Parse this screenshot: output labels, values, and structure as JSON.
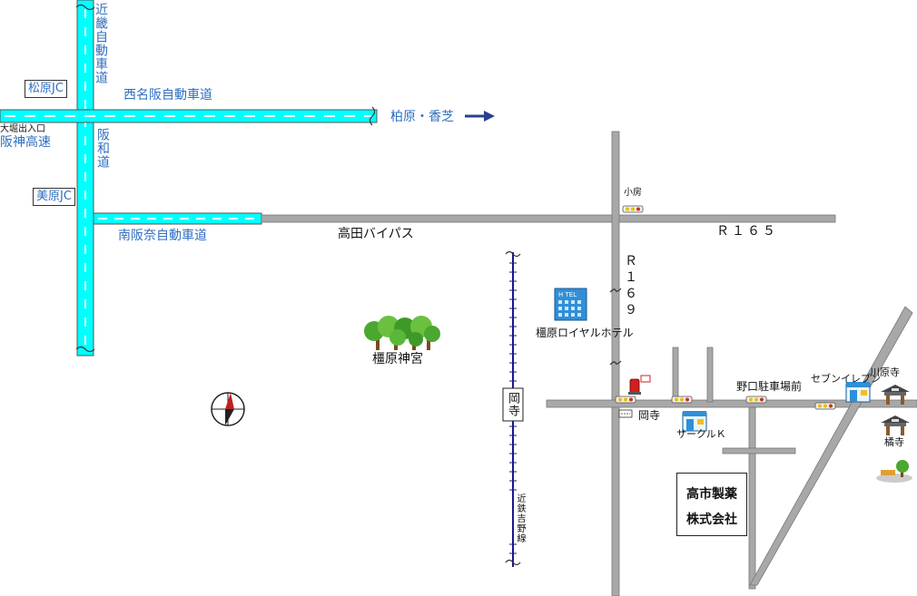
{
  "roads": {
    "kinki": "近畿自動車道",
    "nishi_meihan": "西名阪自動車道",
    "hanwa": "阪和道",
    "minami_hanna": "南阪奈自動車道",
    "hanshin": "阪神高速",
    "takada_bypass": "高田バイパス",
    "r165": "Ｒ１６５",
    "r169": "Ｒ１６９",
    "rail": "近鉄吉野線",
    "kashiwara_kashiba": "柏原・香芝"
  },
  "junctions": {
    "matsubara": "松原JC",
    "mihara": "美原JC",
    "oohori": "大堀出入口"
  },
  "places": {
    "obusa": "小房",
    "okadera_station": "岡寺",
    "okadera": "岡寺",
    "hotel": "橿原ロイヤルホテル",
    "shrine": "橿原神宮",
    "circle_k": "サークルＫ",
    "seven_eleven": "セブンイレブン",
    "noguchi": "野口駐車場前",
    "kawaharadera": "川原寺",
    "tachibanadera": "橘寺"
  },
  "company": {
    "line1": "高市製薬",
    "line2": "株式会社"
  },
  "icons": {
    "compass": "compass-icon",
    "hotel": "hotel-icon",
    "forest": "forest-icon",
    "temple": "temple-icon",
    "store": "convenience-store-icon",
    "traffic_light": "traffic-light-icon",
    "post_box": "post-box-icon",
    "arrow": "arrow-right-icon"
  },
  "colors": {
    "expressway": "#00ffff",
    "road": "#a0a0a0",
    "label": "#2f6fc0",
    "arrow": "#2a3f8f"
  }
}
